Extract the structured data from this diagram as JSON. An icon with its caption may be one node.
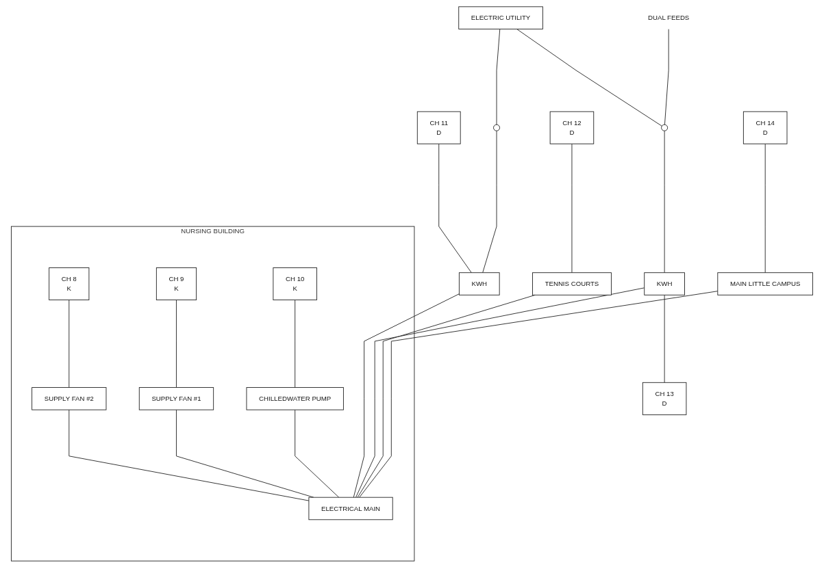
{
  "diagram": {
    "nodes": [
      {
        "text": [
          "NURSING BUILDING"
        ]
      },
      {
        "text": [
          "CH 8",
          "K"
        ],
        "in": 0
      },
      {
        "text": [
          "CH 9",
          "K"
        ],
        "in": 0
      },
      {
        "text": [
          "CH 10",
          "K"
        ],
        "in": 0
      },
      {
        "text": [
          "SUPPLY FAN #2"
        ],
        "in": 0
      },
      {
        "text": [
          "SUPPLY FAN #1"
        ],
        "in": 0
      },
      {
        "text": [
          "CHILLEDWATER PUMP"
        ],
        "in": 0
      },
      {
        "text": [
          "CH 11",
          "D"
        ]
      },
      {
        "text": [
          "ELECTRIC UTILITY"
        ]
      },
      {
        "text": [],
        "shape": "circle"
      },
      {
        "text": [],
        "shape": "circle"
      },
      {
        "text": [
          "KWH"
        ]
      },
      {
        "text": [
          "KWH"
        ]
      },
      {
        "text": [
          "ELECTRICAL MAIN"
        ],
        "in": 0
      },
      {
        "text": [
          "DUAL FEEDS"
        ]
      },
      {
        "text": [
          "CH 13",
          "D"
        ]
      },
      {
        "text": [
          "CH 12",
          "D"
        ]
      },
      {
        "text": [
          "TENNIS COURTS"
        ]
      },
      {
        "text": [
          "CH 14",
          "D"
        ]
      },
      {
        "text": [
          "MAIN LITTLE CAMPUS"
        ]
      }
    ],
    "edges": [
      {
        "from": 1,
        "to": 4,
        "arrow": "none"
      },
      {
        "from": 2,
        "to": 5,
        "arrow": "none"
      },
      {
        "from": 3,
        "to": 6,
        "arrow": "none"
      },
      {
        "from": 4,
        "to": 13,
        "arrow": "none"
      },
      {
        "from": 5,
        "to": 13,
        "arrow": "none"
      },
      {
        "from": 6,
        "to": 13,
        "arrow": "none"
      },
      {
        "from": 7,
        "to": 11,
        "arrow": "none"
      },
      {
        "from": 8,
        "to": 9,
        "arrow": "none"
      },
      {
        "from": 8,
        "to": 10,
        "arrow": "none"
      },
      {
        "from": 9,
        "to": 11,
        "arrow": "none"
      },
      {
        "from": 10,
        "to": 12,
        "arrow": "none"
      },
      {
        "from": 11,
        "to": 13,
        "arrow": "none"
      },
      {
        "from": 12,
        "to": 13,
        "arrow": "none"
      },
      {
        "from": 14,
        "to": 10,
        "arrow": "none"
      },
      {
        "from": 12,
        "to": 15,
        "arrow": "none"
      },
      {
        "from": 16,
        "to": 17,
        "arrow": "none"
      },
      {
        "from": 17,
        "to": 13,
        "arrow": "none"
      },
      {
        "from": 18,
        "to": 19,
        "arrow": "none"
      },
      {
        "from": 19,
        "to": 13,
        "arrow": "none"
      }
    ]
  }
}
